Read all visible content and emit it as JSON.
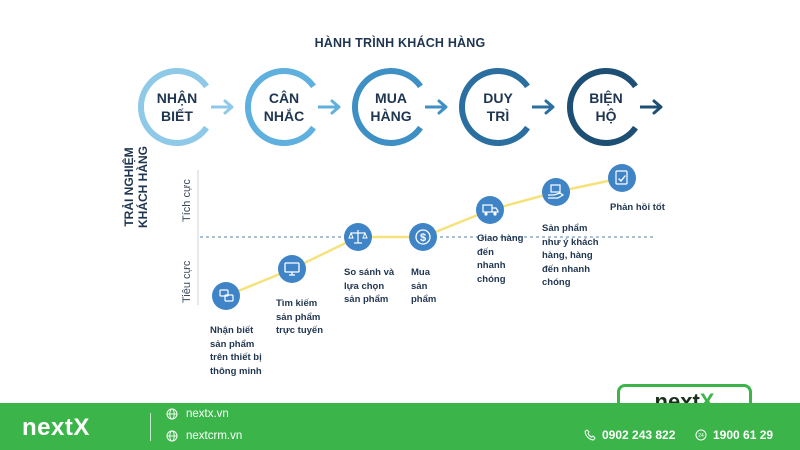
{
  "title": "HÀNH TRÌNH KHÁCH HÀNG",
  "stages": [
    {
      "label": "NHẬN\nBIẾT",
      "color": "#8fc9e8"
    },
    {
      "label": "CÂN\nNHẮC",
      "color": "#5fb0de"
    },
    {
      "label": "MUA\nHÀNG",
      "color": "#3d8fc4"
    },
    {
      "label": "DUY\nTRÌ",
      "color": "#2a6f9f"
    },
    {
      "label": "BIỆN\nHỘ",
      "color": "#1d4f74"
    }
  ],
  "axis": {
    "main": "TRẢI NGHIỆM\nKHÁCH HÀNG",
    "positive": "Tích cực",
    "negative": "Tiêu cực"
  },
  "steps": [
    {
      "label": "Nhận biết\nsản phẩm\ntrên thiết bị\nthông minh",
      "icon": "chat-bubbles-icon"
    },
    {
      "label": "Tìm kiếm\nsản phẩm\ntrực tuyến",
      "icon": "monitor-icon"
    },
    {
      "label": "So sánh và\nlựa chọn\nsản phẩm",
      "icon": "balance-scale-icon"
    },
    {
      "label": "Mua\nsản\nphẩm",
      "icon": "dollar-icon"
    },
    {
      "label": "Giao hàng\nđến\nnhanh\nchóng",
      "icon": "delivery-truck-icon"
    },
    {
      "label": "Sản phẩm\nnhư ý khách\nhàng, hàng\nđến nhanh\nchóng",
      "icon": "package-hand-icon"
    },
    {
      "label": "Phản hồi tốt",
      "icon": "thumbs-up-icon"
    }
  ],
  "colors": {
    "accent_green": "#3bb54a",
    "line_yellow": "#f6e27a",
    "node_blue": "#3f84c6",
    "dark_text": "#1f3550"
  },
  "footer": {
    "brand_main": "next",
    "brand_x": "X",
    "site1": "nextx.vn",
    "site2": "nextcrm.vn",
    "phone1": "0902 243 822",
    "phone2": "1900 61 29"
  }
}
